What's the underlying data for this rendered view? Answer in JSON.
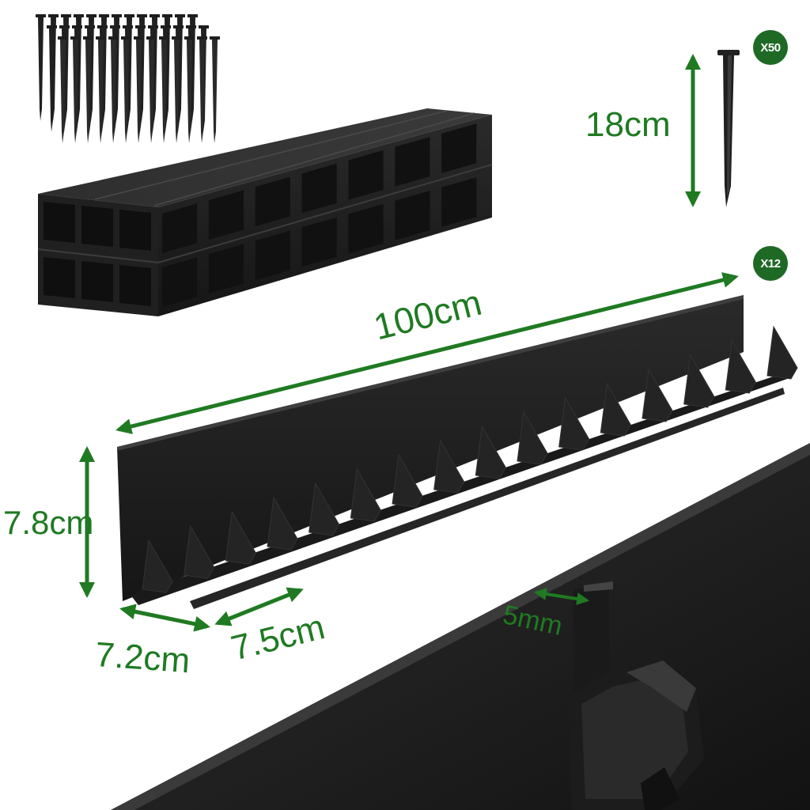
{
  "badges": {
    "stake_count": "X50",
    "edging_count": "X12"
  },
  "dimensions": {
    "stake_length": "18cm",
    "edging_length": "100cm",
    "edging_height": "7.8cm",
    "base_width": "7.2cm",
    "spike_spacing": "7.5cm",
    "thickness": "5mm"
  },
  "colors": {
    "accent_green": "#1f7a22",
    "badge_green": "#1e6a24",
    "product_black": "#1c1c1c"
  },
  "icons": {
    "stake": "ground-stake-icon",
    "edging_strip": "lawn-edging-strip",
    "arrow": "double-arrow-icon"
  }
}
